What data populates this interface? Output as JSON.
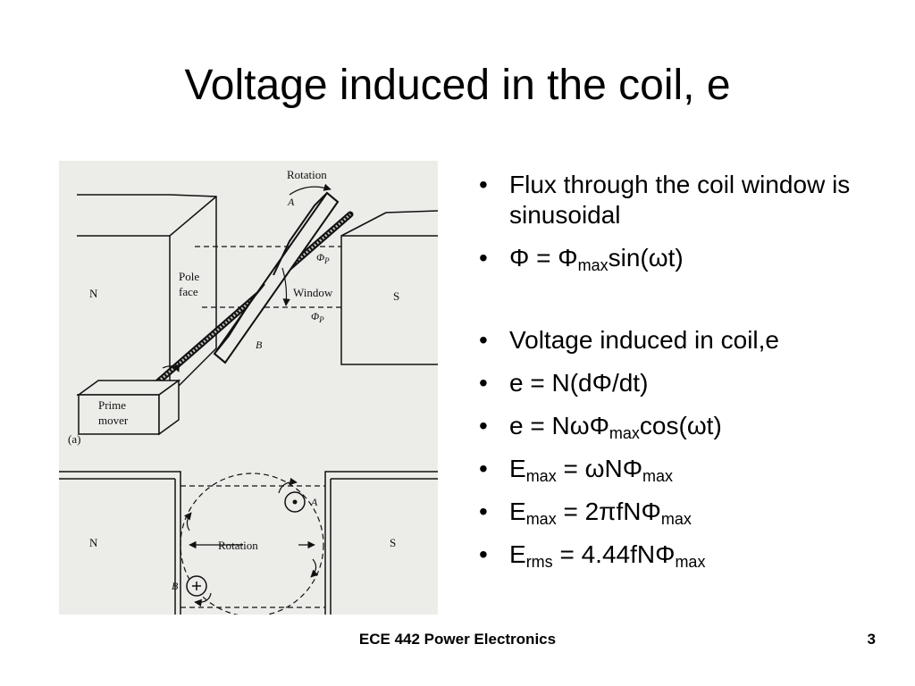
{
  "slide": {
    "title": "Voltage induced in the coil, e",
    "footer": "ECE 442 Power Electronics",
    "page_number": "3"
  },
  "bullets": [
    {
      "parts": [
        {
          "t": "Flux through the coil window is sinusoidal"
        }
      ]
    },
    {
      "parts": [
        {
          "t": "Φ = Φ"
        },
        {
          "t": "max",
          "sub": true
        },
        {
          "t": "sin(ωt)"
        }
      ]
    },
    {
      "gap": true,
      "parts": [
        {
          "t": "Voltage induced in coil,e"
        }
      ]
    },
    {
      "parts": [
        {
          "t": "e = N(dΦ/dt)"
        }
      ]
    },
    {
      "parts": [
        {
          "t": "e = NωΦ"
        },
        {
          "t": "max",
          "sub": true
        },
        {
          "t": "cos(ωt)"
        }
      ]
    },
    {
      "parts": [
        {
          "t": "E"
        },
        {
          "t": "max",
          "sub": true
        },
        {
          "t": " = ωNΦ"
        },
        {
          "t": "max",
          "sub": true
        }
      ]
    },
    {
      "parts": [
        {
          "t": "E"
        },
        {
          "t": "max",
          "sub": true
        },
        {
          "t": " = 2πfNΦ"
        },
        {
          "t": "max",
          "sub": true
        }
      ]
    },
    {
      "parts": [
        {
          "t": "E"
        },
        {
          "t": "rms",
          "sub": true
        },
        {
          "t": " = 4.44fNΦ"
        },
        {
          "t": "max",
          "sub": true
        }
      ]
    }
  ],
  "figure_a": {
    "rotation": "Rotation",
    "coil_side_a": "A",
    "phi_p_top": "Φ",
    "phi_p_bottom": "Φ",
    "phi_sub": "P",
    "pole_face_line1": "Pole",
    "pole_face_line2": "face",
    "window": "Window",
    "pole_n": "N",
    "pole_s": "S",
    "coil_side_b": "B",
    "prime_mover_line1": "Prime",
    "prime_mover_line2": "mover",
    "caption": "(a)"
  },
  "figure_b": {
    "pole_n": "N",
    "pole_s": "S",
    "rotation": "Rotation",
    "coil_side_a": "A",
    "coil_side_b": "B"
  }
}
